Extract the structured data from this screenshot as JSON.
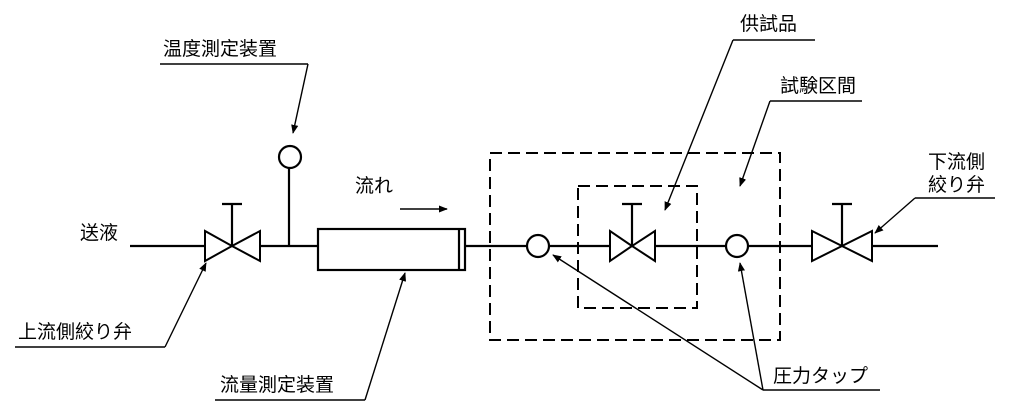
{
  "labels": {
    "temperature_device": "温度測定装置",
    "flow": "流れ",
    "supply": "送液",
    "upstream_valve": "上流側絞り弁",
    "flowmeter": "流量測定装置",
    "test_item": "供試品",
    "test_section": "試験区間",
    "downstream_valve_line1": "下流側",
    "downstream_valve_line2": "絞り弁",
    "pressure_tap": "圧力タップ"
  },
  "colors": {
    "ink": "#000000",
    "background": "#ffffff"
  }
}
